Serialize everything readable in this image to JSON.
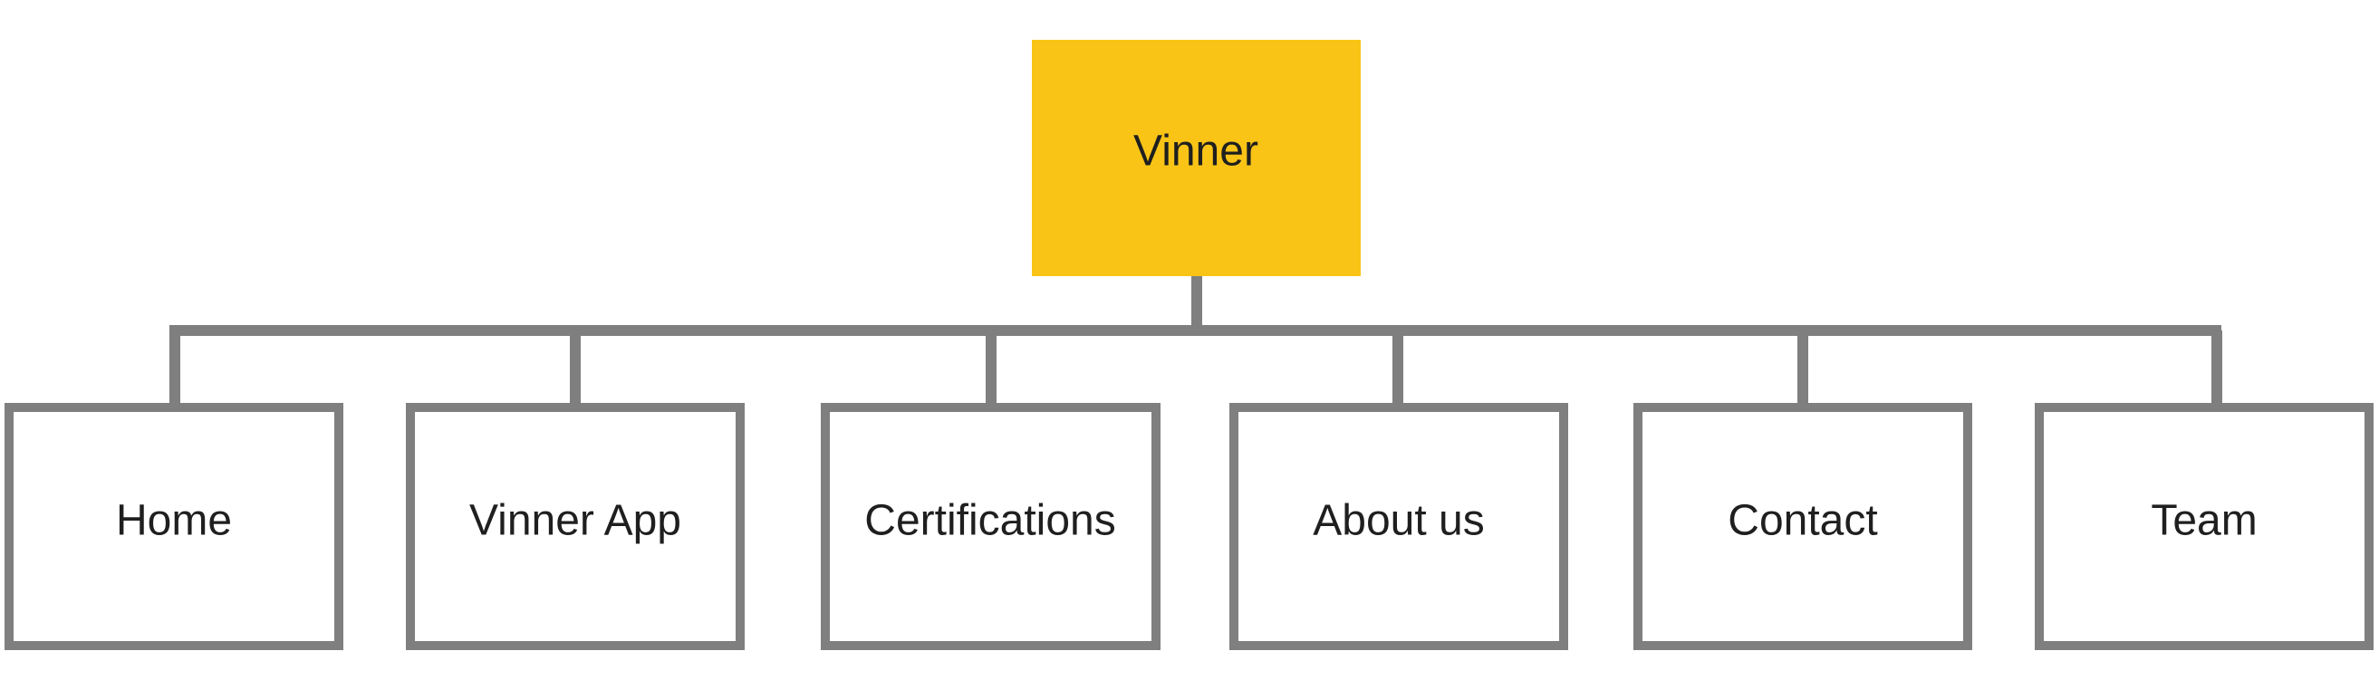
{
  "diagram": {
    "root": {
      "label": "Vinner"
    },
    "children": [
      {
        "label": "Home"
      },
      {
        "label": "Vinner App"
      },
      {
        "label": "Certifications"
      },
      {
        "label": "About us"
      },
      {
        "label": "Contact"
      },
      {
        "label": "Team"
      }
    ]
  },
  "colors": {
    "root_fill": "#F9C416",
    "stroke": "#7F7F7F",
    "child_fill": "#FFFFFF",
    "text": "#1F1F1F"
  }
}
